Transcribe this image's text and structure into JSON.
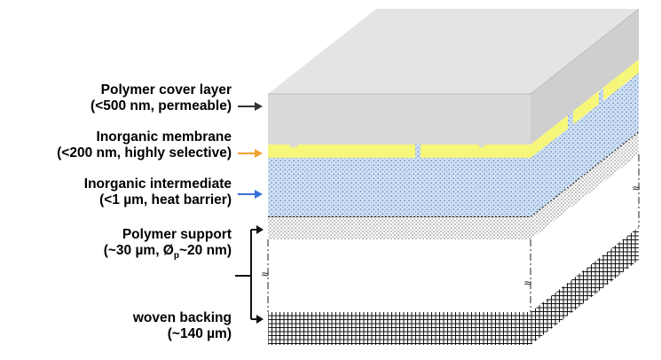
{
  "labels": {
    "cover": {
      "title": "Polymer cover layer",
      "detail": "(<500 nm, permeable)"
    },
    "membrane": {
      "title": "Inorganic membrane",
      "detail": "(<200 nm, highly selective)"
    },
    "intermediate": {
      "title": "Inorganic intermediate",
      "detail": "(<1 µm, heat barrier)"
    },
    "support": {
      "title": "Polymer support",
      "detail_prefix": "(~30 µm, Ø",
      "detail_sub": "p",
      "detail_suffix": "~20 nm)"
    },
    "backing": {
      "title": "woven backing",
      "detail": "(~140 µm)"
    }
  },
  "colors": {
    "cover": "#d9d9d9",
    "cover_top": "#e4e4e4",
    "cover_side": "#cfcfcf",
    "membrane": "#f6f67a",
    "intermediate": "#cfe0f3",
    "intermediate_dots": "#5e86c0",
    "arrow_cover": "#333333",
    "arrow_membrane": "#f0a030",
    "arrow_intermediate": "#3a6fd8"
  }
}
